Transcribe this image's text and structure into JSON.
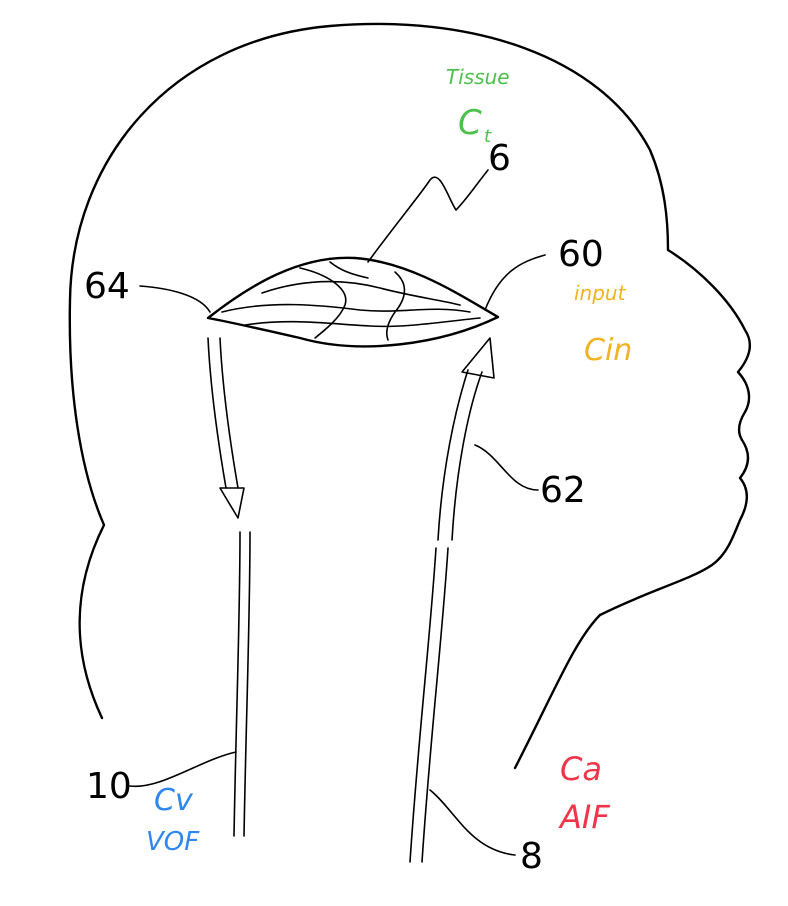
{
  "reference_labels": {
    "tissue_ref": "6",
    "input_ref": "60",
    "input_vessel_ref": "62",
    "output_vessel_ref": "64",
    "vein_ref": "10",
    "artery_ref": "8"
  },
  "annotations": {
    "tissue": {
      "title": "Tissue",
      "symbol": "C",
      "subscript": "t",
      "color": "#4cc24c"
    },
    "input": {
      "title": "input",
      "symbol": "Cin",
      "color": "#f0b323"
    },
    "venous": {
      "symbol": "Cv",
      "name": "VOF",
      "color": "#2f86f0"
    },
    "arterial": {
      "symbol": "Ca",
      "name": "AIF",
      "color": "#f0354a"
    }
  }
}
